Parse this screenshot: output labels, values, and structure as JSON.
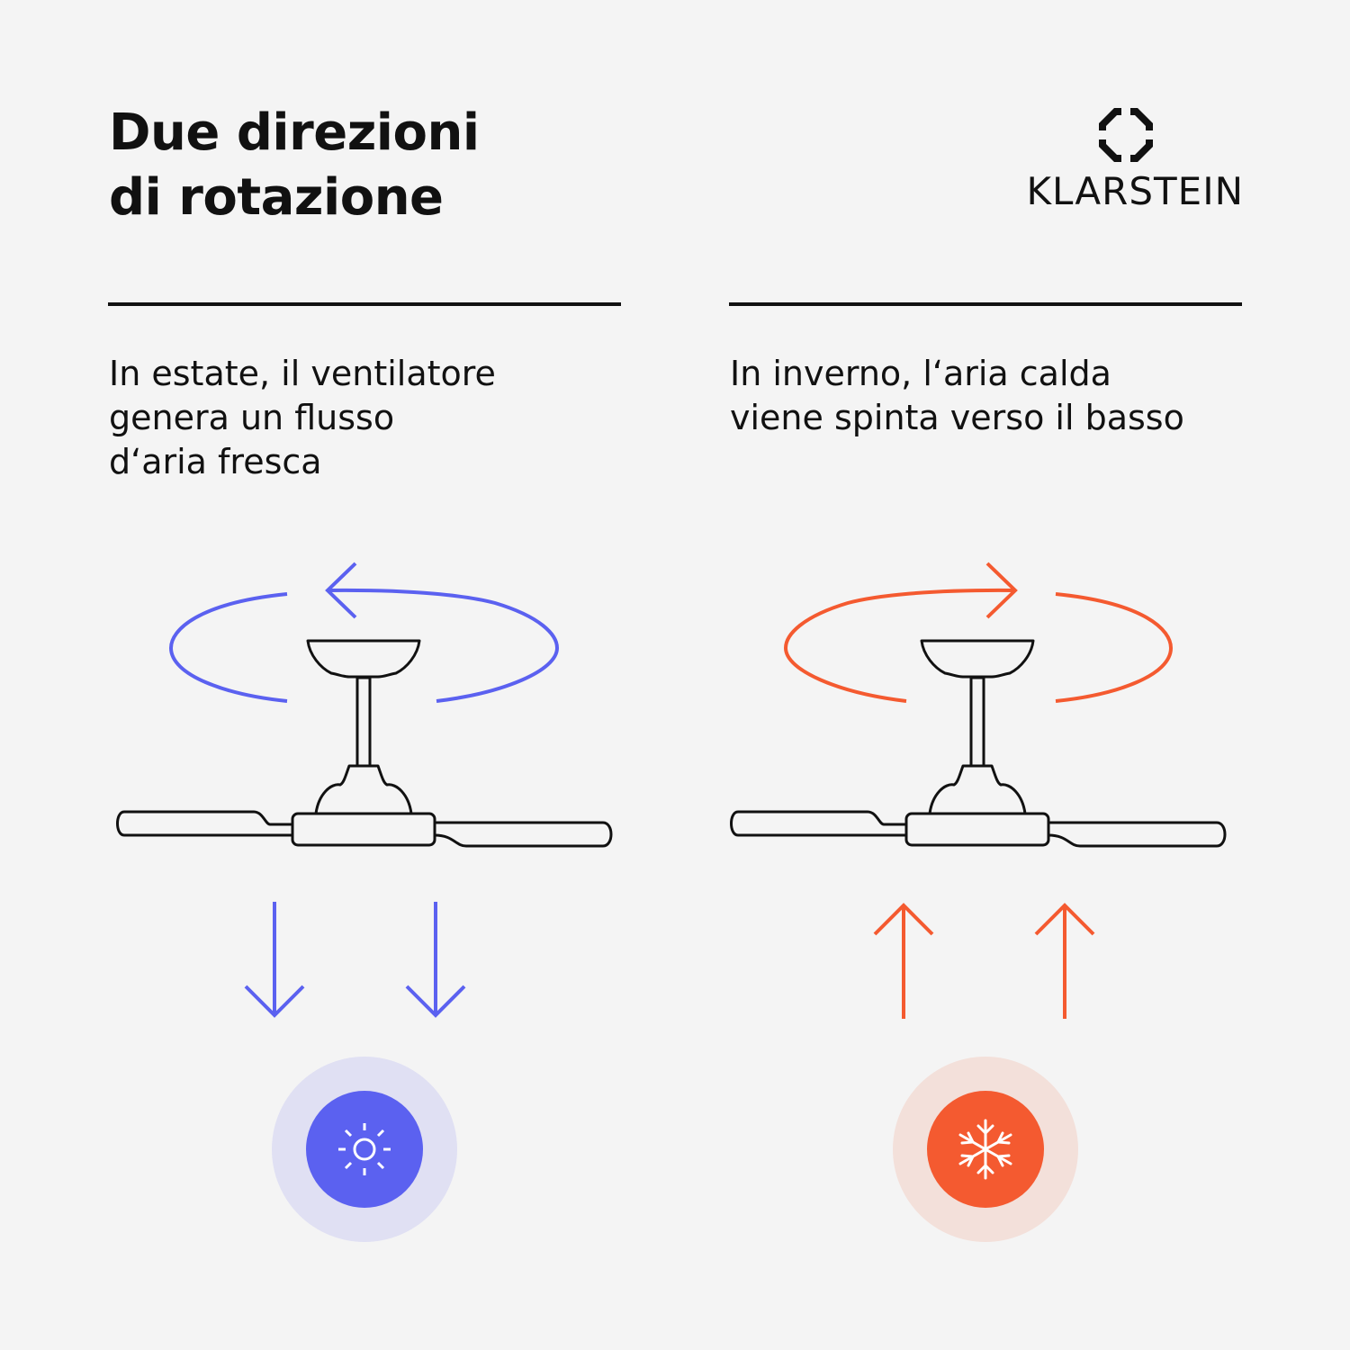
{
  "header": {
    "title_line1": "Due direzioni",
    "title_line2": "di rotazione"
  },
  "brand": {
    "name": "KLARSTEIN",
    "logo_icon": "klarstein-octagon-icon"
  },
  "summer": {
    "text_lines": [
      "In estate, il ventilatore",
      "genera un flusso",
      "d‘aria fresca"
    ],
    "rotation": "counterclockwise",
    "airflow": "down",
    "mode_icon": "sun-icon",
    "color": "#5b61f0",
    "halo_color": "#e0e0f3"
  },
  "winter": {
    "text_lines": [
      "In inverno, l‘aria calda",
      "viene spinta verso il basso"
    ],
    "rotation": "clockwise",
    "airflow": "up",
    "mode_icon": "snowflake-icon",
    "color": "#f45a30",
    "halo_color": "#f3e0da"
  }
}
